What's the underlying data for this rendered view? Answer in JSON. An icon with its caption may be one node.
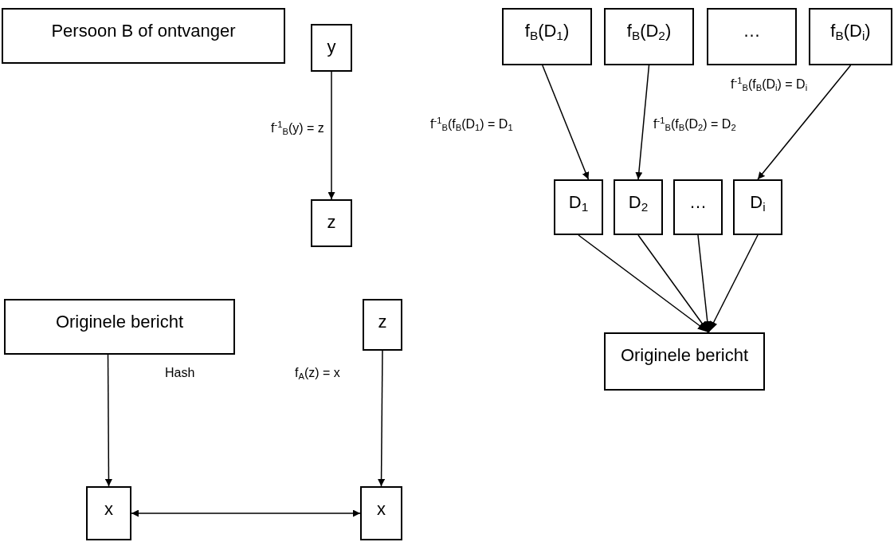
{
  "diagram": {
    "nodes": [
      {
        "text": [
          "Persoon B of ontvanger"
        ]
      },
      {
        "text": [
          "y"
        ]
      },
      {
        "text": [
          "z"
        ]
      },
      {
        "text": [
          "f$_{B}$(D$_{1}$)"
        ]
      },
      {
        "text": [
          "f$_{B}$(D$_{2}$)"
        ]
      },
      {
        "text": [
          "…"
        ]
      },
      {
        "text": [
          "f$_{B}$(D$_{i}$)"
        ]
      },
      {
        "text": [
          "D$_{1}$"
        ]
      },
      {
        "text": [
          "D$_{2}$"
        ]
      },
      {
        "text": [
          "…"
        ]
      },
      {
        "text": [
          "D$_{i}$"
        ]
      },
      {
        "text": [
          "Originele bericht"
        ]
      },
      {
        "text": [
          "Originele bericht"
        ]
      },
      {
        "text": [
          "z"
        ]
      },
      {
        "text": [
          "x"
        ]
      },
      {
        "text": [
          "x"
        ]
      }
    ],
    "edges": [
      {
        "from": 1,
        "to": 2,
        "arrow": "to",
        "label": "f$^{-1}$$_{B}$(y) = z"
      },
      {
        "from": 3,
        "to": 7,
        "arrow": "to",
        "label": "f$^{-1}$$_{B}$(f$_{B}$(D$_{1}$) = D$_{1}$"
      },
      {
        "from": 4,
        "to": 8,
        "arrow": "to",
        "label": "f$^{-1}$$_{B}$(f$_{B}$(D$_{2}$) = D$_{2}$"
      },
      {
        "from": 6,
        "to": 10,
        "arrow": "to",
        "label": "f$^{-1}$$_{B}$(f$_{B}$(D$_{i}$) = D$_{i}$"
      },
      {
        "from": 7,
        "to": 11,
        "arrow": "to"
      },
      {
        "from": 8,
        "to": 11,
        "arrow": "to"
      },
      {
        "from": 9,
        "to": 11,
        "arrow": "to"
      },
      {
        "from": 10,
        "to": 11,
        "arrow": "to"
      },
      {
        "from": 12,
        "to": 14,
        "arrow": "to",
        "label": "Hash"
      },
      {
        "from": 13,
        "to": 15,
        "arrow": "to",
        "label": "f$_{A}$(z) = x"
      },
      {
        "from": 14,
        "to": 15,
        "arrow": "both"
      }
    ]
  }
}
